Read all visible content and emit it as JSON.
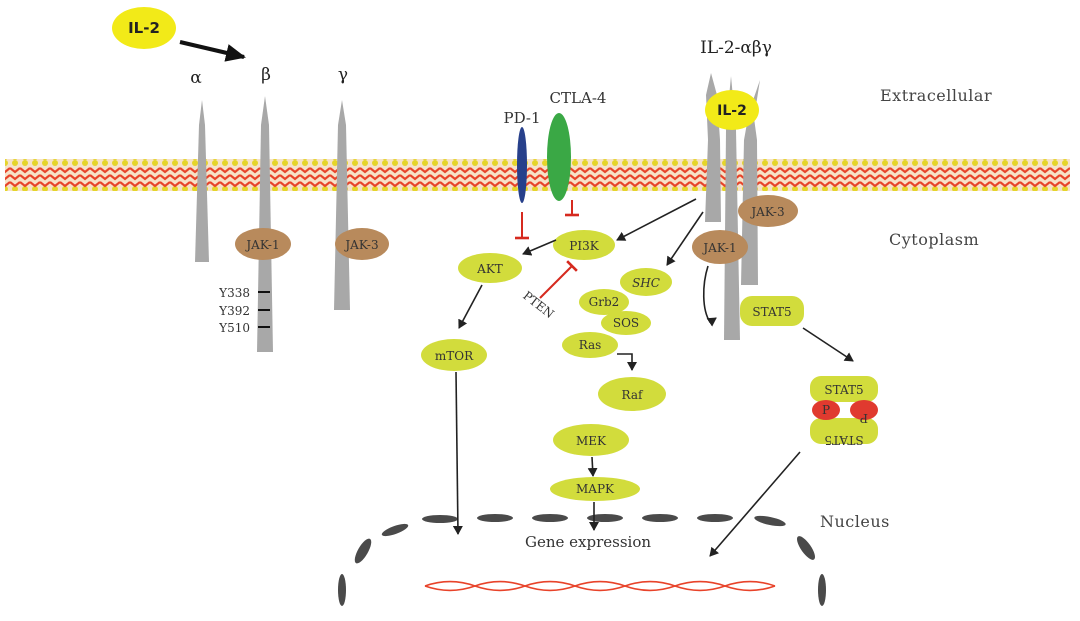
{
  "ligand": {
    "label": "IL-2"
  },
  "receptor_subunits": {
    "alpha": "α",
    "beta": "β",
    "gamma": "γ"
  },
  "complex_label": "IL-2-αβγ",
  "bound_ligand": "IL-2",
  "checkpoints": {
    "pd1": "PD-1",
    "ctla4": "CTLA-4"
  },
  "regions": {
    "extracellular": "Extracellular",
    "cytoplasm": "Cytoplasm",
    "nucleus": "Nucleus"
  },
  "kinases": {
    "jak1_left": "JAK-1",
    "jak3_left": "JAK-3",
    "jak1_right": "JAK-1",
    "jak3_right": "JAK-3"
  },
  "tyrosines": [
    "Y338",
    "Y392",
    "Y510"
  ],
  "nodes": {
    "pi3k": "PI3K",
    "akt": "AKT",
    "mtor": "mTOR",
    "pten": "PTEN",
    "shc": "SHC",
    "grb2": "Grb2",
    "sos": "SOS",
    "ras": "Ras",
    "raf": "Raf",
    "mek": "MEK",
    "mapk": "MAPK",
    "stat5": "STAT5",
    "stat5_top": "STAT5",
    "stat5_bottom": "STAT5",
    "p_left": "P",
    "p_right": "P"
  },
  "gene_expression": "Gene expression",
  "colors": {
    "node": "#d2dc3c",
    "ligand": "#f2ea18",
    "jak": "#b88a5c",
    "receptor": "#a8a8a8",
    "pd1": "#27408b",
    "ctla4": "#3aa845",
    "membrane": "#e8432a",
    "inhibit": "#d62a1f",
    "phospho": "#e03a2f"
  }
}
